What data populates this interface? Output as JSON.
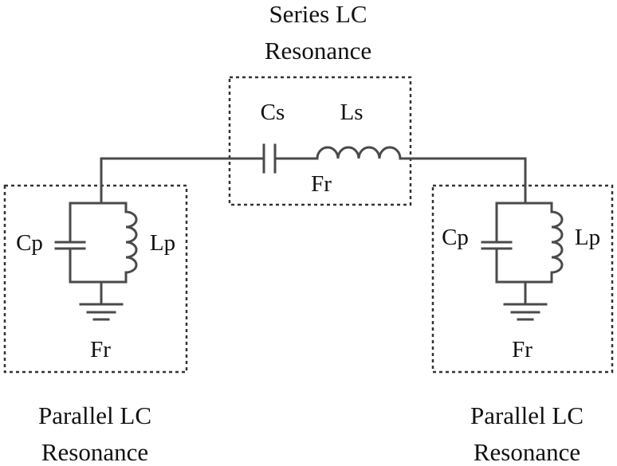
{
  "diagram": {
    "series": {
      "title_line1": "Series LC",
      "title_line2": "Resonance",
      "capacitor_label": "Cs",
      "inductor_label": "Ls",
      "freq_label": "Fr"
    },
    "parallel_left": {
      "capacitor_label": "Cp",
      "inductor_label": "Lp",
      "freq_label": "Fr",
      "title_line1": "Parallel LC",
      "title_line2": "Resonance"
    },
    "parallel_right": {
      "capacitor_label": "Cp",
      "inductor_label": "Lp",
      "freq_label": "Fr",
      "title_line1": "Parallel LC",
      "title_line2": "Resonance"
    }
  }
}
